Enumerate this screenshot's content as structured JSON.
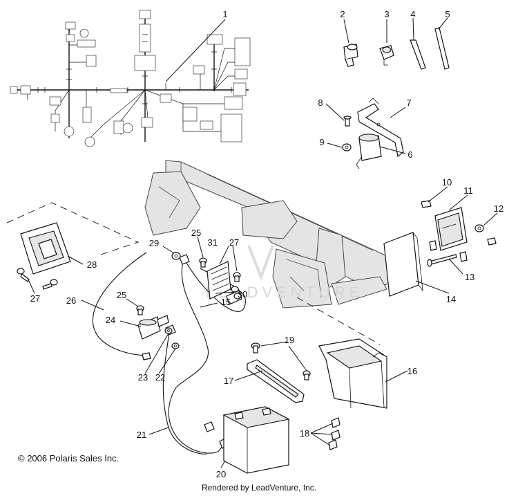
{
  "diagram": {
    "part_numbers": [
      "1",
      "2",
      "3",
      "4",
      "5",
      "6",
      "7",
      "8",
      "9",
      "10",
      "11",
      "12",
      "13",
      "14",
      "15",
      "16",
      "17",
      "18",
      "19",
      "20",
      "21",
      "22",
      "23",
      "24",
      "25",
      "25",
      "26",
      "27",
      "27",
      "28",
      "29",
      "30",
      "31"
    ],
    "watermark": "LEADVENTURE",
    "copyright": "© 2006 Polaris Sales Inc.",
    "rendered_by": "Rendered by LeadVenture, Inc."
  }
}
